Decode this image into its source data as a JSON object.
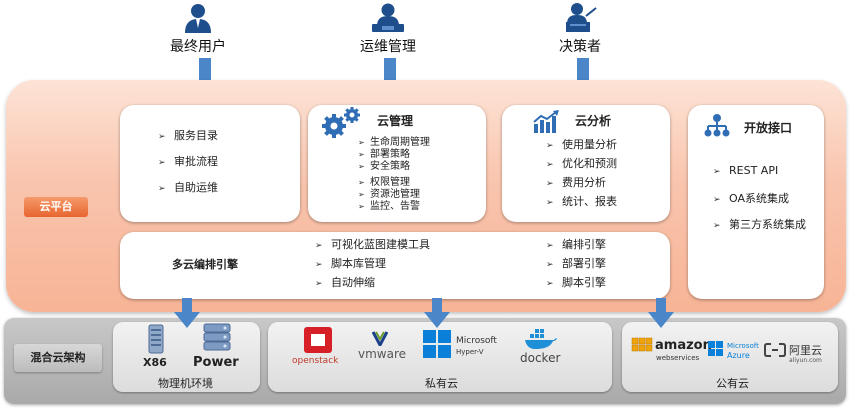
{
  "users": [
    {
      "label": "最终用户",
      "icon": "user-icon"
    },
    {
      "label": "运维管理",
      "icon": "operator-icon"
    },
    {
      "label": "决策者",
      "icon": "presenter-icon"
    }
  ],
  "platform": {
    "tag": "云平台",
    "service_catalog": {
      "items": [
        "服务目录",
        "审批流程",
        "自助运维"
      ]
    },
    "cloud_mgmt": {
      "title": "云管理",
      "icon": "gears-icon",
      "items": [
        "生命周期管理",
        "部署策略",
        "安全策略",
        "权限管理",
        "资源池管理",
        "监控、告警"
      ]
    },
    "cloud_analysis": {
      "title": "云分析",
      "icon": "bar-chart-icon",
      "items": [
        "使用量分析",
        "优化和预测",
        "费用分析",
        "统计、报表"
      ]
    },
    "open_api": {
      "title": "开放接口",
      "icon": "hierarchy-icon",
      "items": [
        "REST API",
        "OA系统集成",
        "第三方系统集成"
      ]
    },
    "orchestration": {
      "title": "多云编排引擎",
      "col1": [
        "可视化蓝图建模工具",
        "脚本库管理",
        "自动伸缩"
      ],
      "col2": [
        "编排引擎",
        "部署引擎",
        "脚本引擎"
      ]
    }
  },
  "infra": {
    "tag": "混合云架构",
    "physical": {
      "label": "物理机环境",
      "x86": "X86",
      "power": "Power"
    },
    "private": {
      "label": "私有云",
      "openstack": "openstack",
      "vmware": "vmware",
      "hyperv_line1": "Microsoft",
      "hyperv_line2": "Hyper-V",
      "docker": "docker"
    },
    "public": {
      "label": "公有云",
      "amazon": "amazon",
      "amazon_sub": "webservices",
      "azure_line1": "Microsoft",
      "azure_line2": "Azure",
      "aliyun": "阿里云",
      "aliyun_sub": "aliyun.com"
    }
  },
  "colors": {
    "arrow_blue": "#4a86c8",
    "platform_orange": "#f7b496",
    "tag_orange": "#e7652e",
    "infra_grey": "#a9a9a9"
  }
}
